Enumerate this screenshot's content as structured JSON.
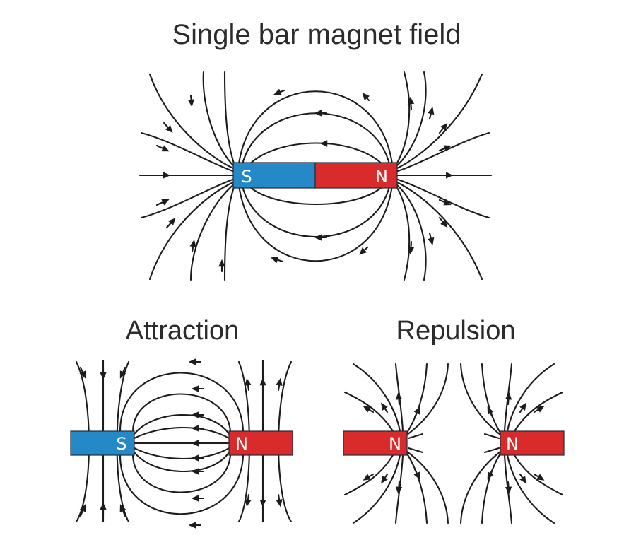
{
  "titles": {
    "single": "Single bar magnet field",
    "attraction": "Attraction",
    "repulsion": "Repulsion"
  },
  "poles": {
    "south": "S",
    "north": "N"
  },
  "colors": {
    "south_pole": "#2589c7",
    "north_pole": "#d92b2b",
    "field_line": "#1c1c1c",
    "text": "#2b2b2b"
  }
}
